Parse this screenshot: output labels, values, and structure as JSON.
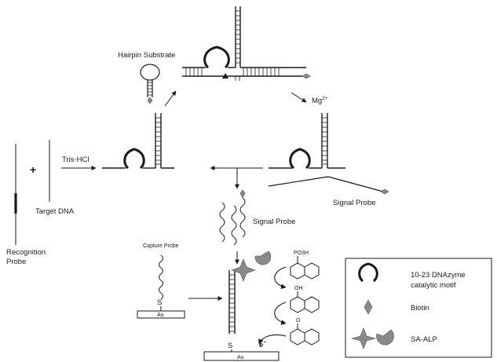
{
  "labels": {
    "hairpin_substrate": "Hairpin Substrate",
    "mg_base": "Mg",
    "mg_sup": "2+",
    "tris_hcl": "Tris-HCl",
    "plus": "+",
    "target_dna": "Target DNA",
    "recognition_line1": "Recognition",
    "recognition_line2": "Probe",
    "signal_probe_right": "Signal Probe",
    "signal_probe_mid": "Signal Probe",
    "capture_probe": "Capture Probe",
    "thiol_small": "S",
    "au_small": "Au",
    "thiol_large": "S",
    "au_large": "Au",
    "electron": "e",
    "electron_sup": "−",
    "sub_top": "PO3H",
    "sub_mid": "OH",
    "sub_bottom": "O"
  },
  "legend": {
    "dnazyme_line1": "10-23 DNAzyme",
    "dnazyme_line2": "catalytic motif",
    "biotin": "Biotin",
    "sa_alp": "SA-ALP"
  },
  "colors": {
    "ink": "#1a1a1a",
    "gray": "#8a8a8a"
  }
}
